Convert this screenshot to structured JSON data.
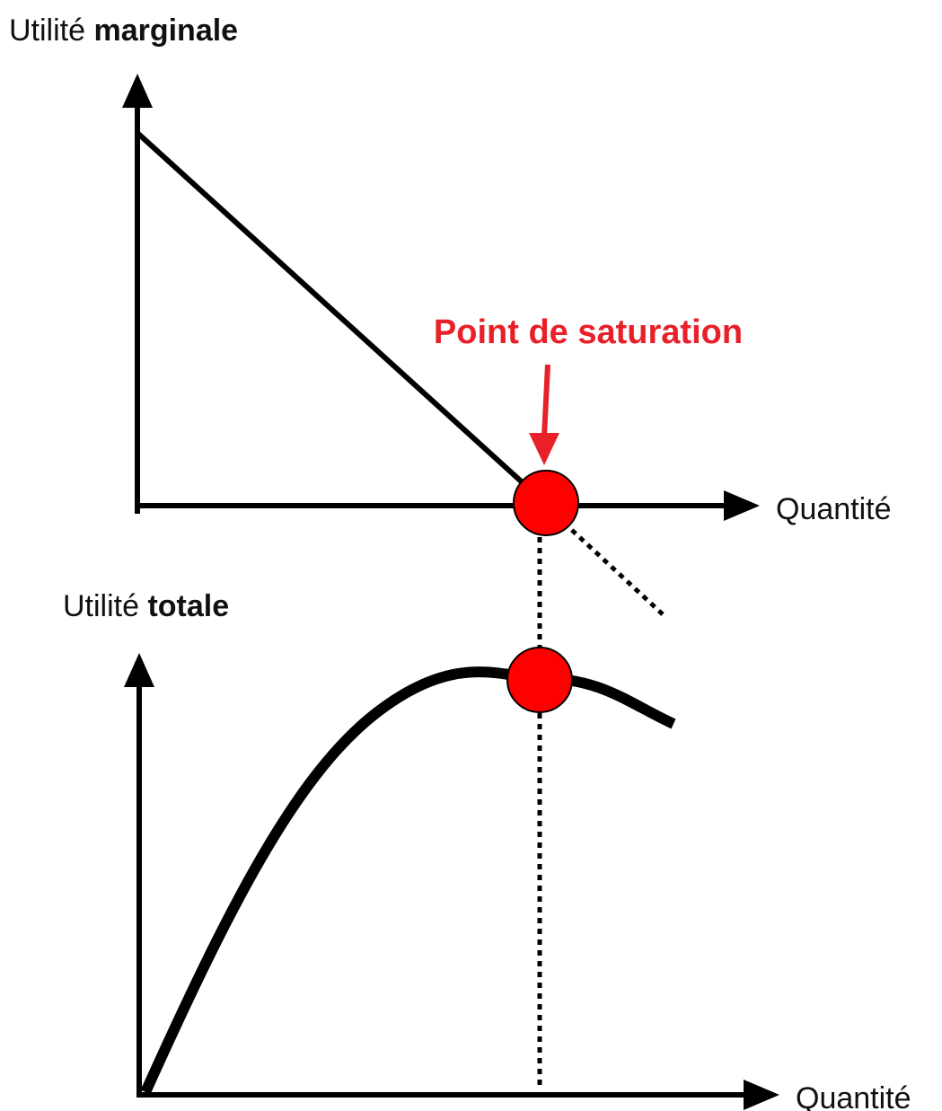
{
  "top_chart": {
    "ylabel_prefix": "Utilité ",
    "ylabel_bold": "marginale",
    "xlabel": "Quantité"
  },
  "bottom_chart": {
    "ylabel_prefix": "Utilité ",
    "ylabel_bold": "totale",
    "xlabel": "Quantité"
  },
  "annotation": {
    "label": "Point de saturation",
    "color": "#e8202a"
  },
  "colors": {
    "axis": "#000000",
    "marker_fill": "#ff0000",
    "marker_stroke": "#000000"
  }
}
